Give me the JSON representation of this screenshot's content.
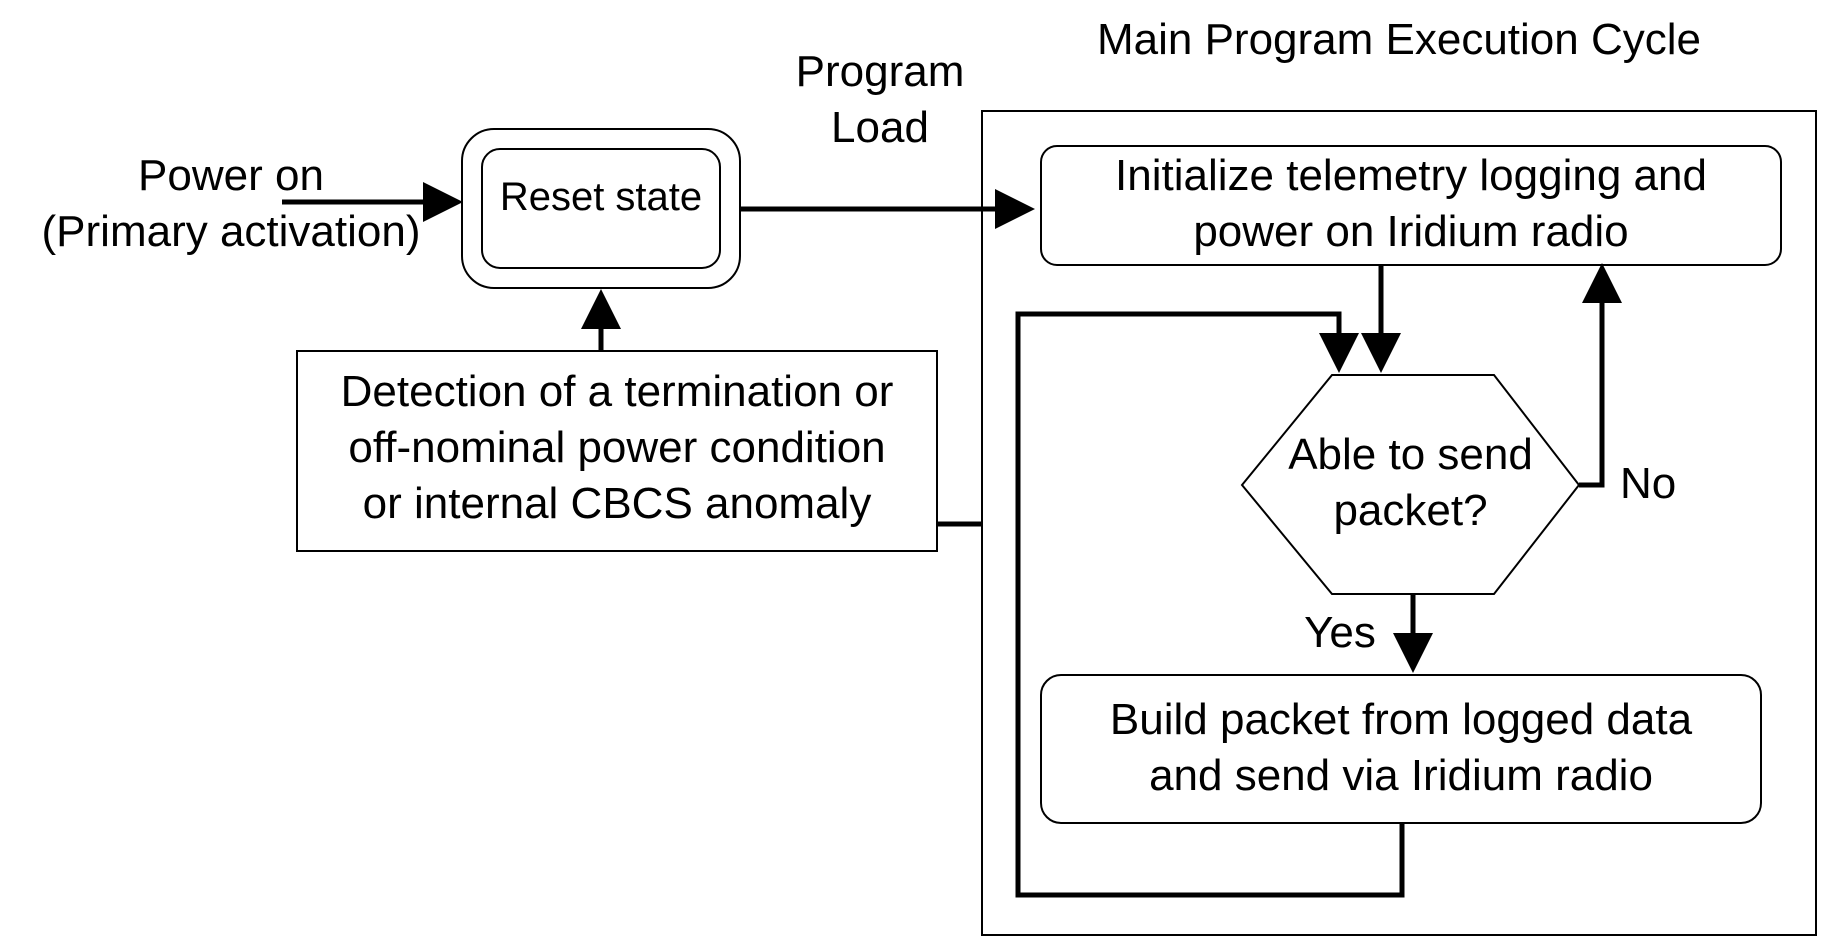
{
  "diagram": {
    "section_title": "Main Program Execution Cycle",
    "power_on": [
      "Power on",
      "(Primary activation)"
    ],
    "program_load": [
      "Program",
      "Load"
    ],
    "reset_state": "Reset state",
    "detection": [
      "Detection of a termination or",
      "off-nominal power condition",
      "or internal CBCS anomaly"
    ],
    "initialize": [
      "Initialize telemetry logging and",
      "power on Iridium radio"
    ],
    "decision": [
      "Able to send",
      "packet?"
    ],
    "no_label": "No",
    "yes_label": "Yes",
    "build": [
      "Build packet from logged data",
      "and send via Iridium radio"
    ]
  }
}
